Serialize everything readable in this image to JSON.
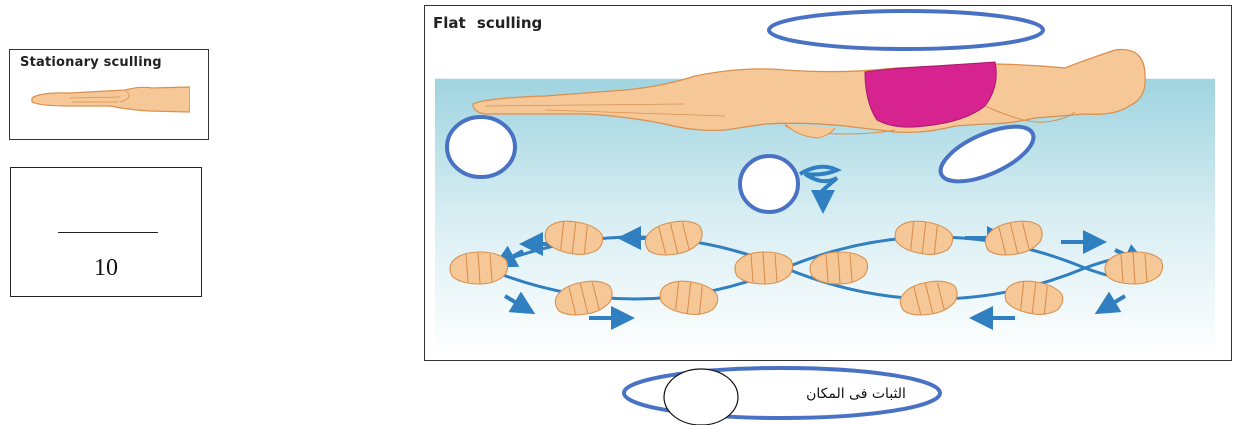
{
  "stationary_card": {
    "title": "Stationary sculling"
  },
  "score_box": {
    "value": "10"
  },
  "flat_panel": {
    "title": "Flat sculling"
  },
  "bottom_label": {
    "text": "الثبات فى المكان"
  },
  "colors": {
    "water_top": "#9fd4e0",
    "water_bottom": "#ffffff",
    "skin": "#f6c898",
    "skin_outline": "#d9904f",
    "swimsuit": "#d6238f",
    "arrow_blue": "#2f7fc1",
    "ellipse_stroke": "#4a72c4"
  },
  "icons": [
    "hand-flat-icon",
    "hand-sculling-icon",
    "arrow-icon"
  ]
}
